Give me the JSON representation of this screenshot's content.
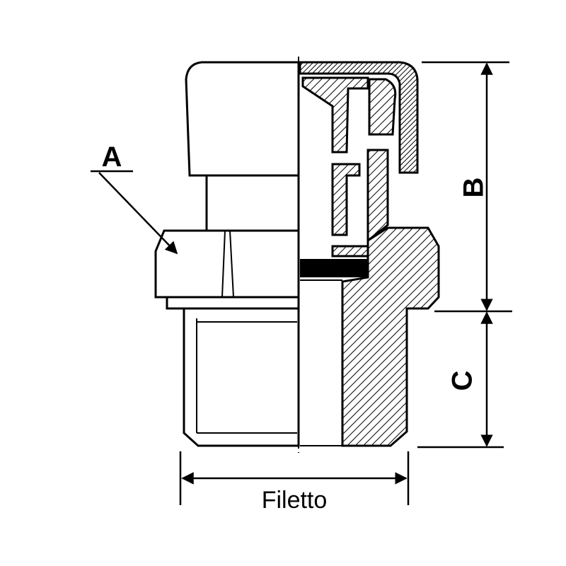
{
  "labels": {
    "a": "A",
    "b": "B",
    "c": "C",
    "thread": "Filetto"
  },
  "colors": {
    "ink": "#000000",
    "paper": "#ffffff",
    "gasket": "#000000"
  }
}
